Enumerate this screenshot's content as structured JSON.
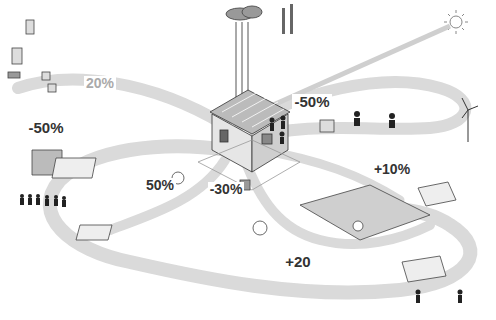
{
  "diagram": {
    "labels": [
      "20%",
      "-50%",
      "-50%",
      "50%",
      "-30%",
      "+10%",
      "+20"
    ]
  }
}
